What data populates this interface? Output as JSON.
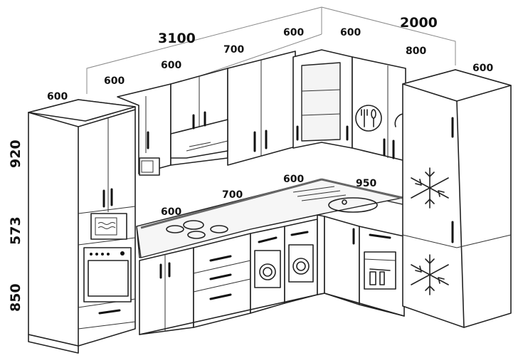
{
  "dimensions": {
    "total_left_wall": "3100",
    "total_right_wall": "2000",
    "column_left": "600",
    "upper_1": "600",
    "upper_2": "600",
    "upper_3": "700",
    "upper_corner_left": "600",
    "upper_corner_right": "600",
    "upper_right": "800",
    "fridge_width": "600",
    "height_upper": "920",
    "height_middle": "573",
    "height_lower": "850",
    "counter_1": "600",
    "counter_2": "700",
    "counter_corner": "600",
    "counter_right": "950"
  }
}
